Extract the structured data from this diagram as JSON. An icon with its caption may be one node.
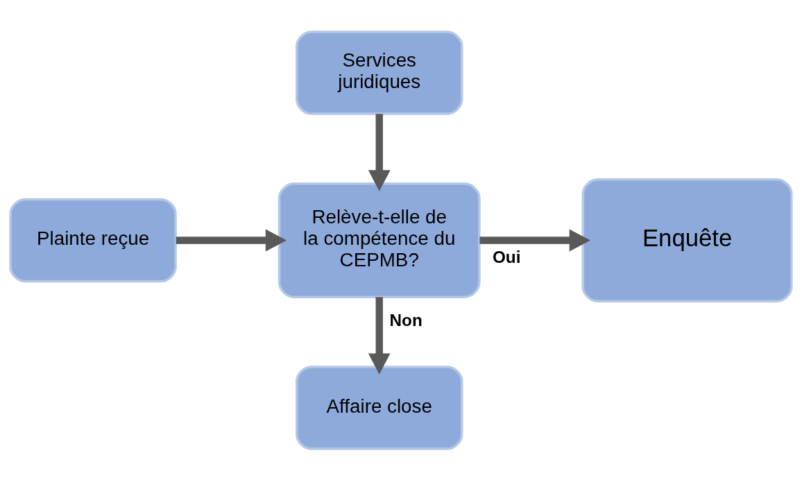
{
  "diagram": {
    "nodes": [
      {
        "text": [
          "Services juridiques"
        ]
      },
      {
        "text": [
          "Plainte reçue"
        ]
      },
      {
        "text": [
          "Relève-t-elle de la compétence du CEPMB?"
        ]
      },
      {
        "text": [
          "Enquête"
        ]
      },
      {
        "text": [
          "Affaire close"
        ]
      }
    ],
    "edges": [
      {
        "from": 0,
        "to": 2,
        "arrow": "to"
      },
      {
        "from": 1,
        "to": 2,
        "arrow": "to"
      },
      {
        "from": 2,
        "to": 3,
        "arrow": "to",
        "label": "Oui"
      },
      {
        "from": 2,
        "to": 4,
        "arrow": "to",
        "label": "Non"
      }
    ]
  }
}
